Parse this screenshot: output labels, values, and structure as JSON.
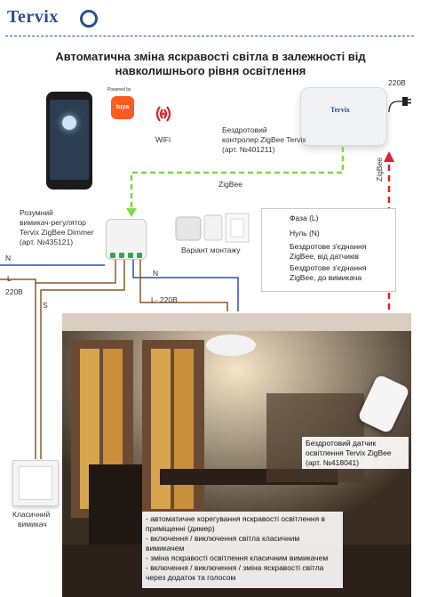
{
  "header": {
    "brand": "Tervix"
  },
  "title": "Автоматична зміна яскравості світла в залежності від навколишнього рівня освітлення",
  "app": {
    "powered_by": "Powered by",
    "tuya_label": "tuya",
    "wifi_label": "WiFi"
  },
  "hub": {
    "power_label": "220В",
    "caption_line1": "Бездротовий",
    "caption_line2": "контролер ZigBee Tervix",
    "caption_line3": "(арт. №401211)",
    "zigbee_vertical": "ZigBee",
    "brand": "Tervix"
  },
  "zigbee_label": "ZigBee",
  "dimmer": {
    "caption_line1": "Розумний",
    "caption_line2": "вимикач-регулятор",
    "caption_line3": "Tervix ZigBee Dimmer",
    "caption_line4": "(арт. №435121)"
  },
  "mounting_label": "Варіант монтажу",
  "legend": {
    "phase": "Фаза (L)",
    "neutral": "Нуль (N)",
    "wireless_sensors_line1": "Бездротове з'єднання",
    "wireless_sensors_line2": "ZigBee, від датчиків",
    "wireless_switch_line1": "Бездротове з'єднання",
    "wireless_switch_line2": "ZigBee, до вимикача",
    "colors": {
      "phase": "#8b5a2b",
      "neutral": "#2a4fbf",
      "sensor": "#e0202a",
      "switch": "#7ed84a"
    }
  },
  "wires": {
    "n_left": "N",
    "l_left": "L",
    "v220_left": "220В",
    "n_mid": "N",
    "s_label": "S",
    "l_load": "L-   220В"
  },
  "classic_switch": {
    "line1": "Класичний",
    "line2": "вимикач"
  },
  "sensor": {
    "line1": "Бездротовий датчик",
    "line2": "освітлення Tervix ZigBee",
    "line3": "(арт. №418041)"
  },
  "features": [
    "- автоматичне корегування яскравості освітлення в приміщенні (димер)",
    "- включення / виключення світла класичним вимикачем",
    "- зміна яскравості освітлення класичним вимикачем",
    "- включення / виключення / зміна яскравості світла через додаток та голосом"
  ]
}
